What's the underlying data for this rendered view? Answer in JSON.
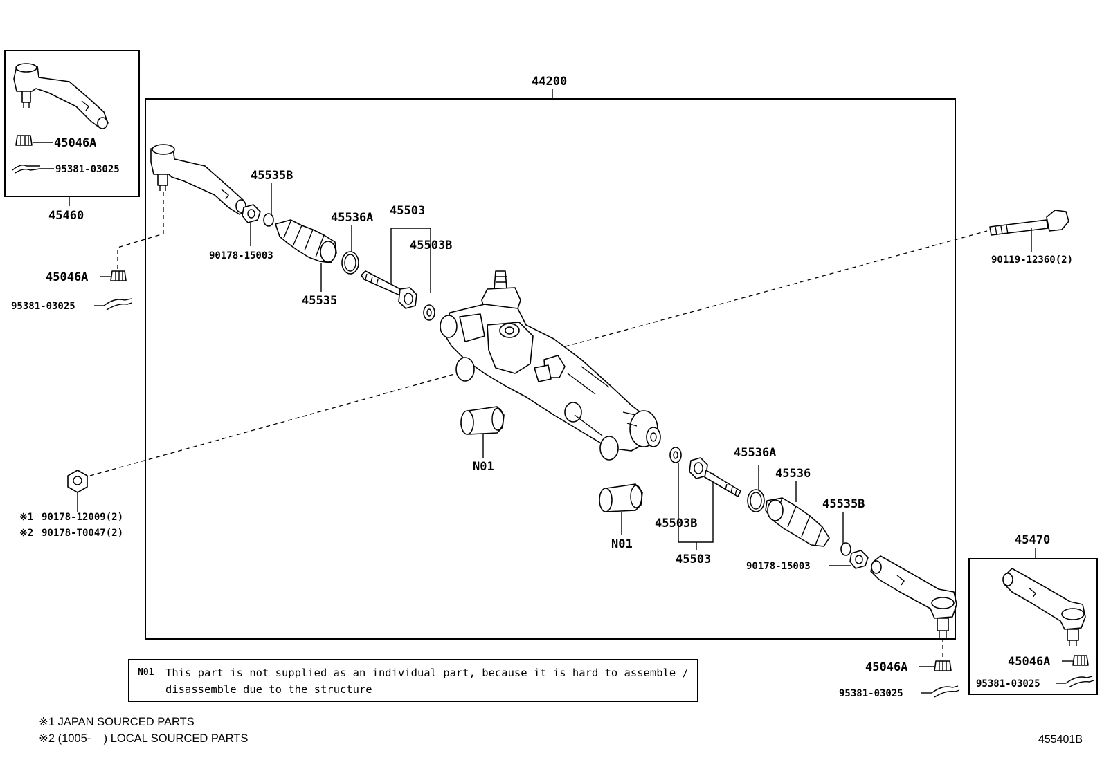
{
  "main_assembly": "44200",
  "left_end_kit": {
    "number": "45460",
    "nut": "45046A",
    "pin": "95381-03025"
  },
  "right_end_kit": {
    "number": "45470",
    "nut": "45046A",
    "pin": "95381-03025"
  },
  "labels": {
    "boot_clamp_l": "45535B",
    "nut_l": "90178-15003",
    "boot_l": "45535",
    "clip_l": "45536A",
    "rack_end_l": "45503",
    "washer_l": "45503B",
    "nut_tie_l": "45046A",
    "pin_tie_l": "95381-03025",
    "bolt": "90119-12360(2)",
    "mount_nut_1": "90178-12009(2)",
    "mount_nut_2": "90178-T0047(2)",
    "mark_1": "※1",
    "mark_2": "※2",
    "bushing_1": "N01",
    "bushing_2": "N01",
    "washer_r": "45503B",
    "rack_end_r": "45503",
    "clip_r": "45536A",
    "boot_r": "45536",
    "boot_clamp_r": "45535B",
    "nut_r": "90178-15003",
    "nut_tie_r": "45046A",
    "pin_tie_r": "95381-03025"
  },
  "note": {
    "code": "N01",
    "text": "This part is not supplied as an individual part, because it is hard to assemble / disassemble due to the structure"
  },
  "footnotes": [
    "※1 JAPAN SOURCED PARTS",
    "※2 (1005-    ) LOCAL SOURCED PARTS"
  ],
  "figure_number": "455401B"
}
